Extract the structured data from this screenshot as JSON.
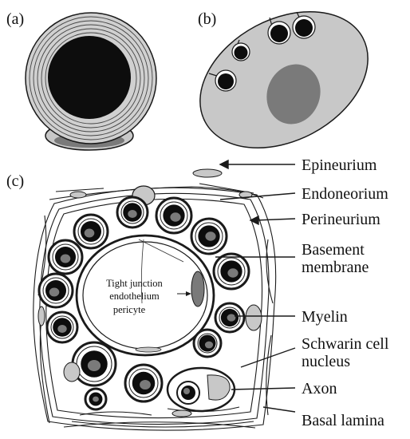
{
  "panels": {
    "a": "(a)",
    "b": "(b)",
    "c": "(c)"
  },
  "inner_note": {
    "line1": "Tight junction",
    "line2": "endothelium",
    "line3": "pericyte"
  },
  "labels": {
    "epineurium": "Epineurium",
    "endoneorium": "Endoneorium",
    "perineurium": "Perineurium",
    "basement_1": "Basement",
    "basement_2": "membrane",
    "myelin": "Myelin",
    "schwann_1": "Schwarin cell",
    "schwann_2": "nucleus",
    "axon": "Axon",
    "basal_lamina": "Basal lamina"
  },
  "colors": {
    "fill_light": "#c8c8c8",
    "fill_dark": "#7a7a7a",
    "axon": "#0d0d0d",
    "stroke": "#1a1a1a"
  }
}
